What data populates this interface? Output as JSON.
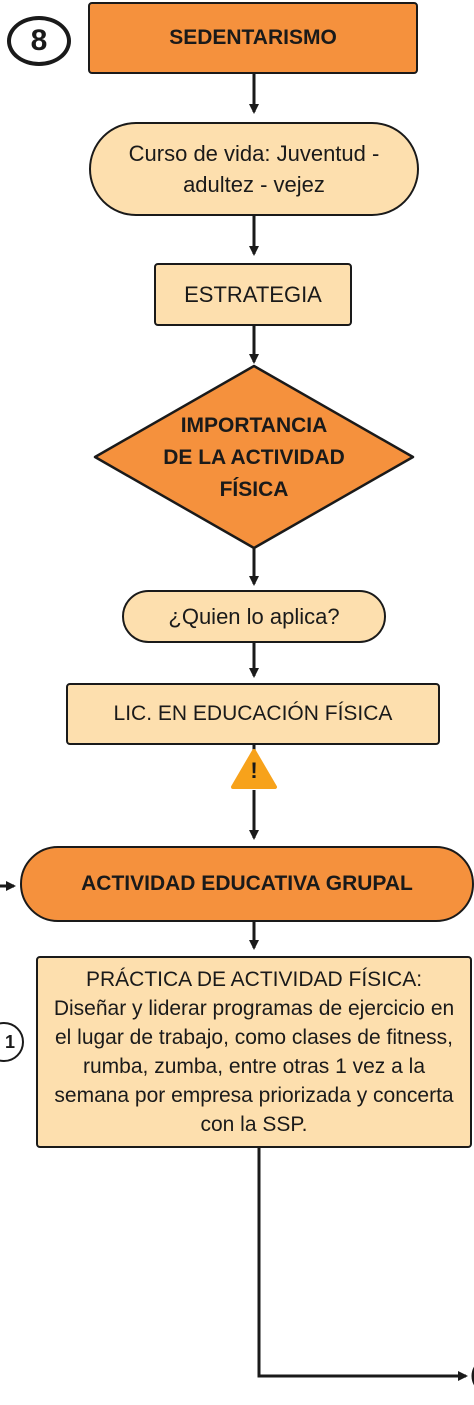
{
  "badge_number": "8",
  "side_badge": "1",
  "nodes": {
    "title": "SEDENTARISMO",
    "life_course": "Curso de vida: Juventud - adultez - vejez",
    "strategy": "ESTRATEGIA",
    "importance_lines": [
      "IMPORTANCIA",
      "DE LA ACTIVIDAD",
      "FÍSICA"
    ],
    "who": "¿Quien lo aplica?",
    "role": "LIC. EN EDUCACIÓN FÍSICA",
    "activity": "ACTIVIDAD EDUCATIVA GRUPAL",
    "practice": "PRÁCTICA DE ACTIVIDAD FÍSICA: Diseñar y liderar programas de ejercicio en el lugar de trabajo, como clases de fitness, rumba, zumba, entre otras 1 vez a la semana por empresa priorizada y concerta con la SSP."
  },
  "warning_glyph": "!",
  "icons": [
    "warning-icon"
  ],
  "colors": {
    "orange": "#f5913d",
    "cream": "#fddfae",
    "stroke": "#1a1a1a",
    "warning": "#f7a21b"
  }
}
